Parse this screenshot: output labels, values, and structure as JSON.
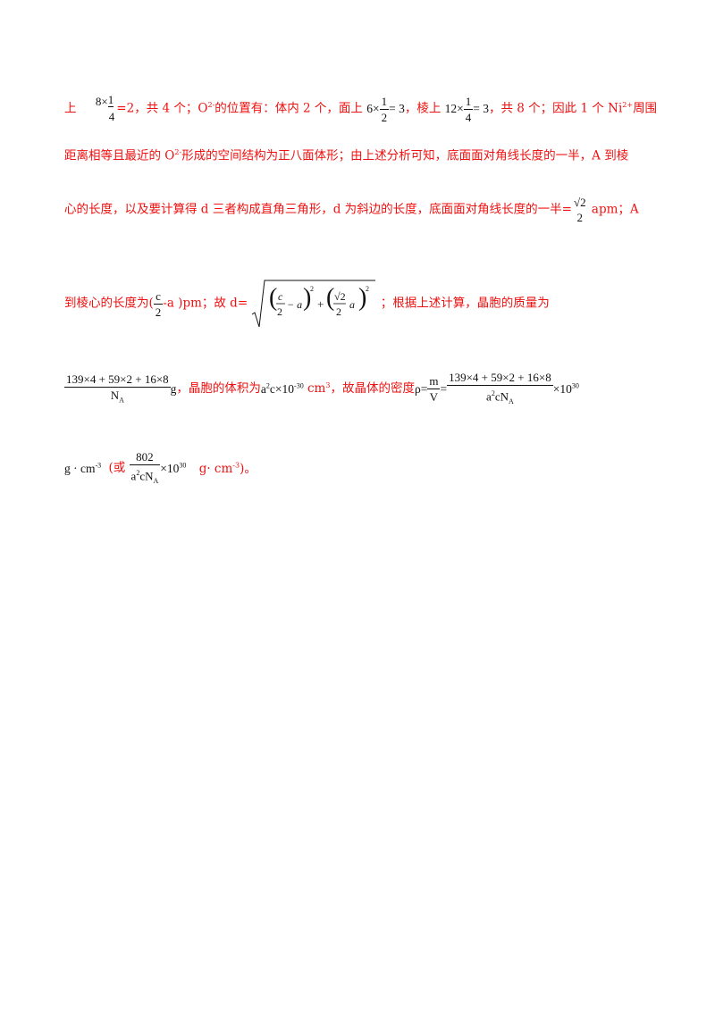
{
  "line1": {
    "t1": "上",
    "f1_num": "8×",
    "f1_frac_num": "1",
    "f1_frac_den": "4",
    "t2": "=2，共 4 个；O",
    "o_sup": "2-",
    "t3": "的位置有：体内 2 个，面上",
    "f2_left": "6×",
    "f2_num": "1",
    "f2_den": "2",
    "f2_right": "= 3",
    "t4": "，棱上",
    "f3_left": "12×",
    "f3_num": "1",
    "f3_den": "4",
    "f3_right": "= 3",
    "t5": "，共 8 个；因此 1 个 Ni",
    "ni_sup": "2+",
    "t6": "周围"
  },
  "line2": {
    "t1": "距离相等且最近的 O",
    "o_sup": "2-",
    "t2": "形成的空间结构为正八面体形；由上述分析可知，底面面对角线长度的一半，A 到棱"
  },
  "line3": {
    "t1": "心的长度，以及要计算得 d 三者构成直角三角形，d 为斜边的长度，底面面对角线长度的一半=",
    "sqrt_num": "√2",
    "sqrt_den": "2",
    "t2": " apm；A"
  },
  "line4": {
    "t1": "到棱心的长度为(",
    "c_num": "c",
    "c_den": "2",
    "t2": "-a )pm；故 d=",
    "r1_num": "c",
    "r1_den": "2",
    "r1_tail": "− a",
    "sq": "2",
    "plus": "+",
    "r2_num": "√2",
    "r2_den": "2",
    "r2_tail": "a",
    "t3": "；根据上述计算，晶胞的质量为"
  },
  "line5": {
    "m_num": "139×4 + 59×2 + 16×8",
    "m_den": "N",
    "m_den_sub": "A",
    "m_unit": "g",
    "t1": "，晶胞的体积为",
    "v_a": "a",
    "v_a_sup": "2",
    "v_rest": "c×10",
    "v_exp": "-30",
    "v_unit": " cm",
    "v_unit_sup": "3",
    "t2": "，故晶体的密度",
    "rho": "ρ=",
    "rho_num": "m",
    "rho_den": "V",
    "eq": "=",
    "d_num": "139×4 + 59×2 + 16×8",
    "d_den_a": "a",
    "d_den_sup": "2",
    "d_den_rest": "cN",
    "d_den_sub": "A",
    "times": "×10",
    "times_exp": "30"
  },
  "line6": {
    "g": "g · cm",
    "g_sup": "-3",
    "t1": "(或",
    "f_num": "802",
    "f_den_a": "a",
    "f_den_sup": "2",
    "f_den_rest": "cN",
    "f_den_sub": "A",
    "times": "×10",
    "times_exp": "30",
    "t2": "g· cm",
    "t2_sup": "-3",
    "t3": ")。"
  }
}
